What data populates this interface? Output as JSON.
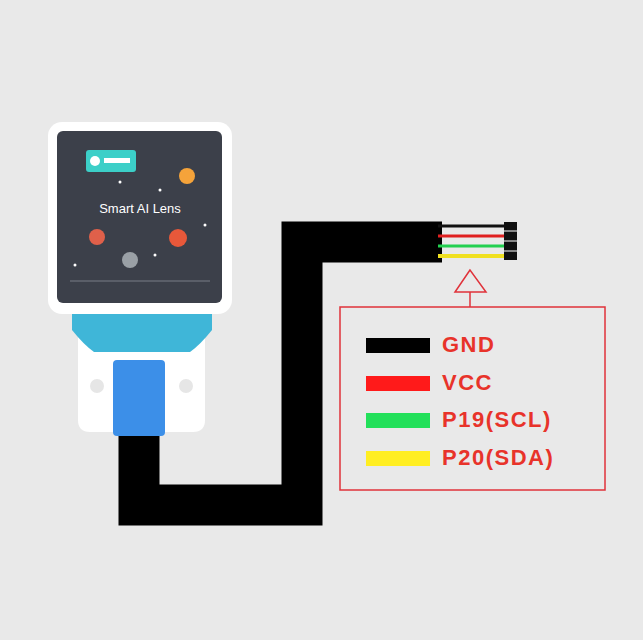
{
  "diagram": {
    "labels": [
      "Smart AI Lens"
    ],
    "legend": [
      {
        "text": "GND",
        "color": "#000000"
      },
      {
        "text": "VCC",
        "color": "#ff1a1a"
      },
      {
        "text": "P19(SCL)",
        "color": "#22e05a"
      },
      {
        "text": "P20(SDA)",
        "color": "#ffee22"
      }
    ]
  }
}
